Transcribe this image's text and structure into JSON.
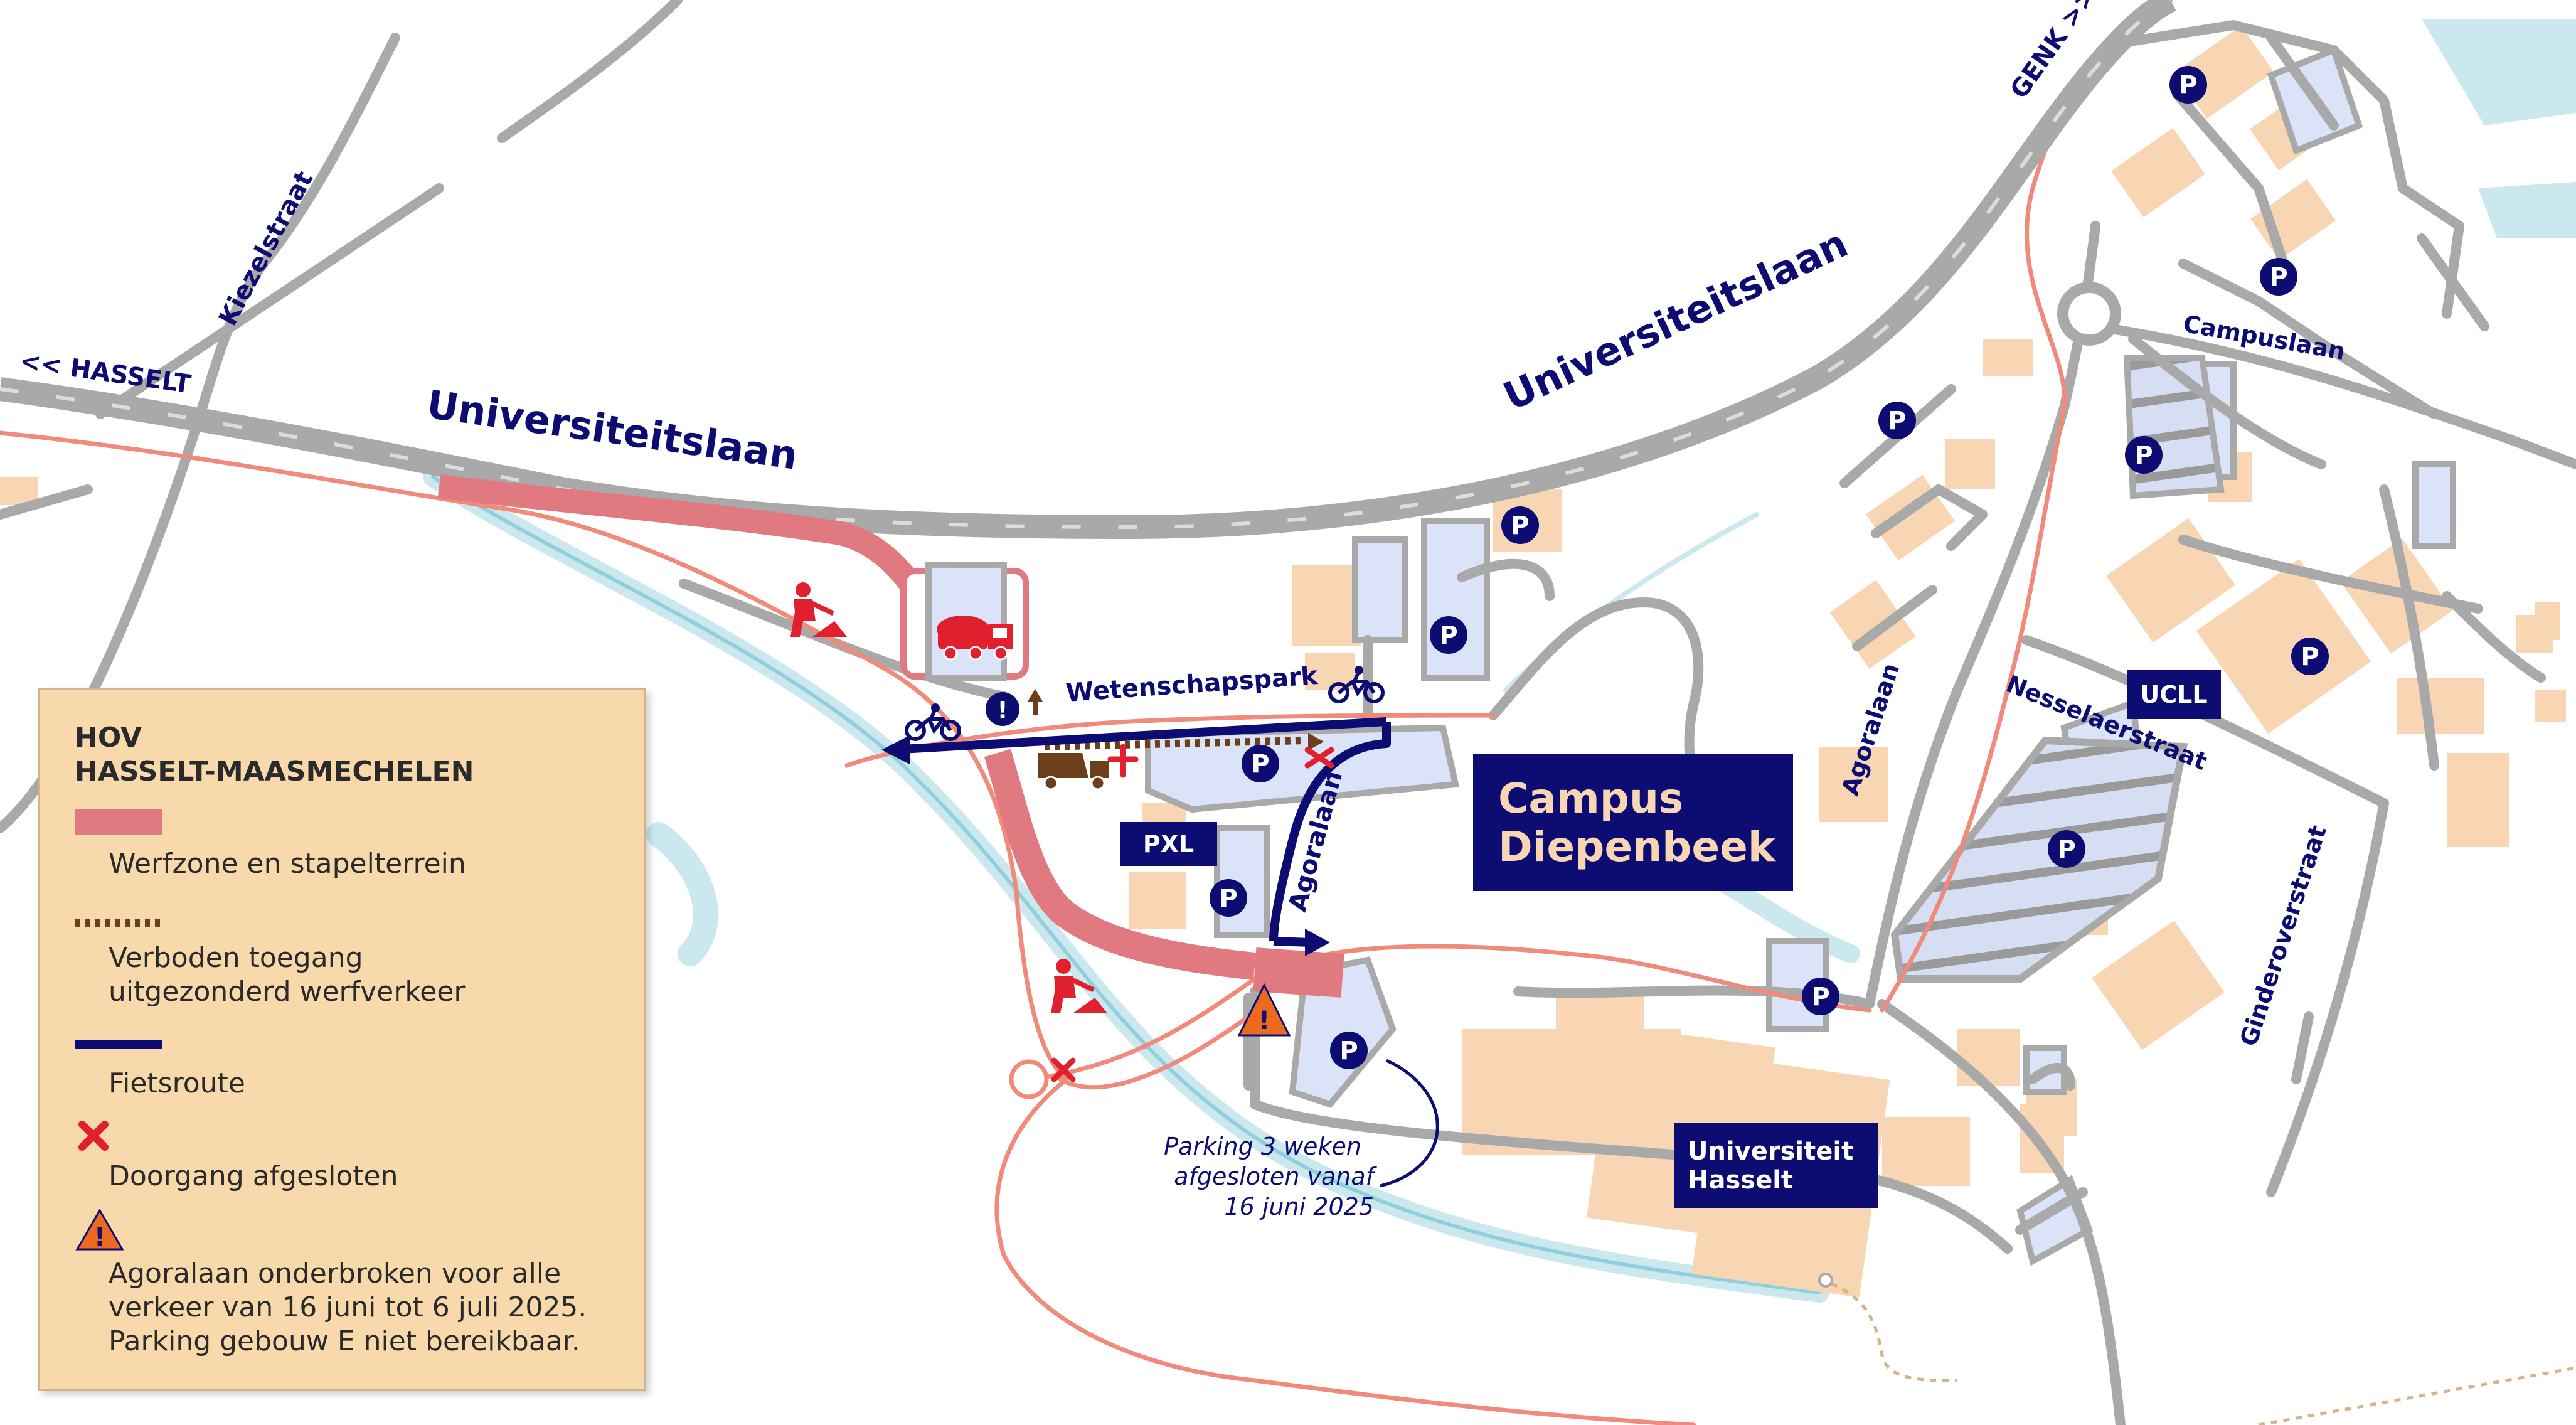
{
  "map": {
    "roads": {
      "main_left": "Universiteitslaan",
      "main_right": "Universiteitslaan",
      "kiezelstraat": "Kiezelstraat",
      "hasselt": "<< HASSELT",
      "genk": "GENK >>",
      "campuslaan": "Campuslaan",
      "agoralaan_east": "Agoralaan",
      "agoralaan_route": "Agoralaan",
      "nesselaerstraat": "Nesselaerstraat",
      "ginderoverstraat": "Ginderoverstraat",
      "wetenschapspark": "Wetenschapspark"
    },
    "places": {
      "pxl": "PXL",
      "ucll": "UCLL",
      "campus_line1": "Campus",
      "campus_line2": "Diepenbeek",
      "uhasselt_line1": "Universiteit",
      "uhasselt_line2": "Hasselt"
    },
    "parking_symbol": "P",
    "warning_symbol": "!",
    "parking_note": {
      "line1": "Parking 3 weken",
      "line2": "afgesloten vanaf",
      "line3": "16 juni 2025"
    }
  },
  "legend": {
    "title_line1": "HOV",
    "title_line2": "HASSELT-MAASMECHELEN",
    "items": [
      {
        "label": "Werfzone en stapelterrein"
      },
      {
        "label_line1": "Verboden toegang",
        "label_line2": "uitgezonderd werfverkeer"
      },
      {
        "label": "Fietsroute"
      },
      {
        "label": "Doorgang afgesloten"
      },
      {
        "label_line1": "Agoralaan onderbroken voor alle",
        "label_line2": "verkeer van 16 juni tot 6 juli 2025.",
        "label_line3": "Parking gebouw E niet bereikbaar."
      }
    ]
  },
  "colors": {
    "werfzone": "#e07a80",
    "fietsroute": "#0c0c72",
    "closed": "#e0202e",
    "warning": "#ec6a1e",
    "building": "#f8d6b3",
    "parking_area": "#dbe3f8",
    "road": "#a9a9a9",
    "bike_path": "#f08a7a",
    "water": "#cbe8ee",
    "werfverkeer": "#6b3e1c"
  }
}
